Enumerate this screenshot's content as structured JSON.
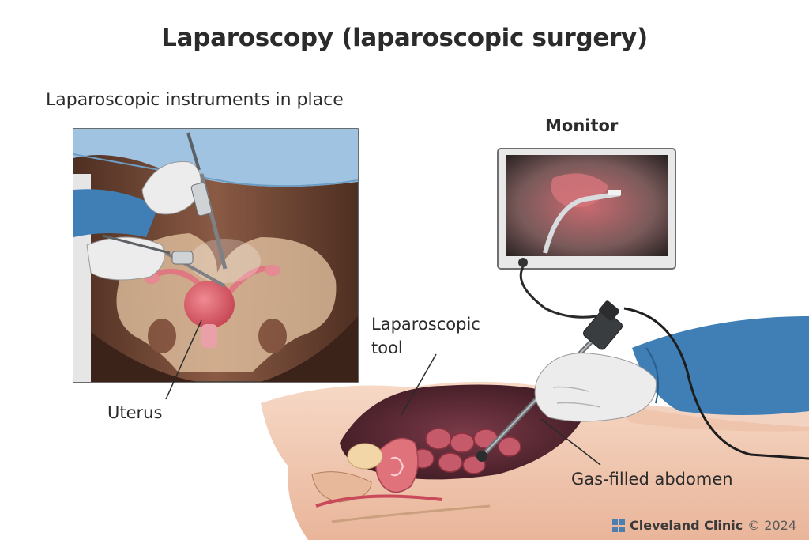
{
  "title": "Laparoscopy (laparoscopic surgery)",
  "subtitle": "Laparoscopic instruments in place",
  "labels": {
    "monitor": "Monitor",
    "tool": "Laparoscopic\ntool",
    "uterus": "Uterus",
    "abdomen": "Gas-filled abdomen"
  },
  "brand": {
    "name": "Cleveland Clinic",
    "copyright": "© 2024",
    "logo_icon": "cleveland-clinic-logo-icon"
  },
  "colors": {
    "skin_dark": "#7a4b36",
    "skin_light": "#f2c9b0",
    "drape_blue": "#8fb6d6",
    "glove": "#e8e8e8",
    "uterus_pink": "#d9656f",
    "gown_blue": "#3f7fb5"
  }
}
